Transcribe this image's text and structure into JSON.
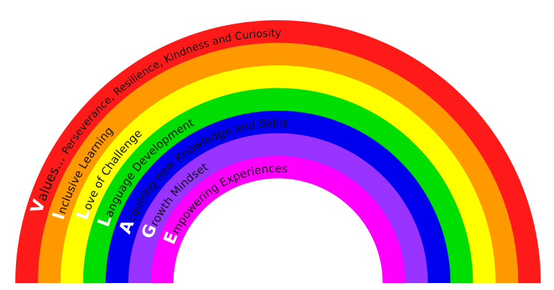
{
  "bands": [
    {
      "color": "#ff1a1a",
      "initial": "V",
      "rest": "alues... ",
      "sub": "Perseverance, Resilience, Kindness and  Curiosity"
    },
    {
      "color": "#ff9900",
      "initial": "I",
      "rest": "nclusive Learning"
    },
    {
      "color": "#ffff00",
      "initial": "L",
      "rest": "ove of Challenge"
    },
    {
      "color": "#00dd00",
      "initial": "L",
      "rest": "anguage Development"
    },
    {
      "color": "#0000ee",
      "initial": "A",
      "rest": "cquiring new Knowledge and Skills"
    },
    {
      "color": "#9933ff",
      "initial": "G",
      "rest": "rowth Mindset"
    },
    {
      "color": "#ff00ff",
      "initial": "E",
      "rest": "mpowering Experiences"
    }
  ]
}
